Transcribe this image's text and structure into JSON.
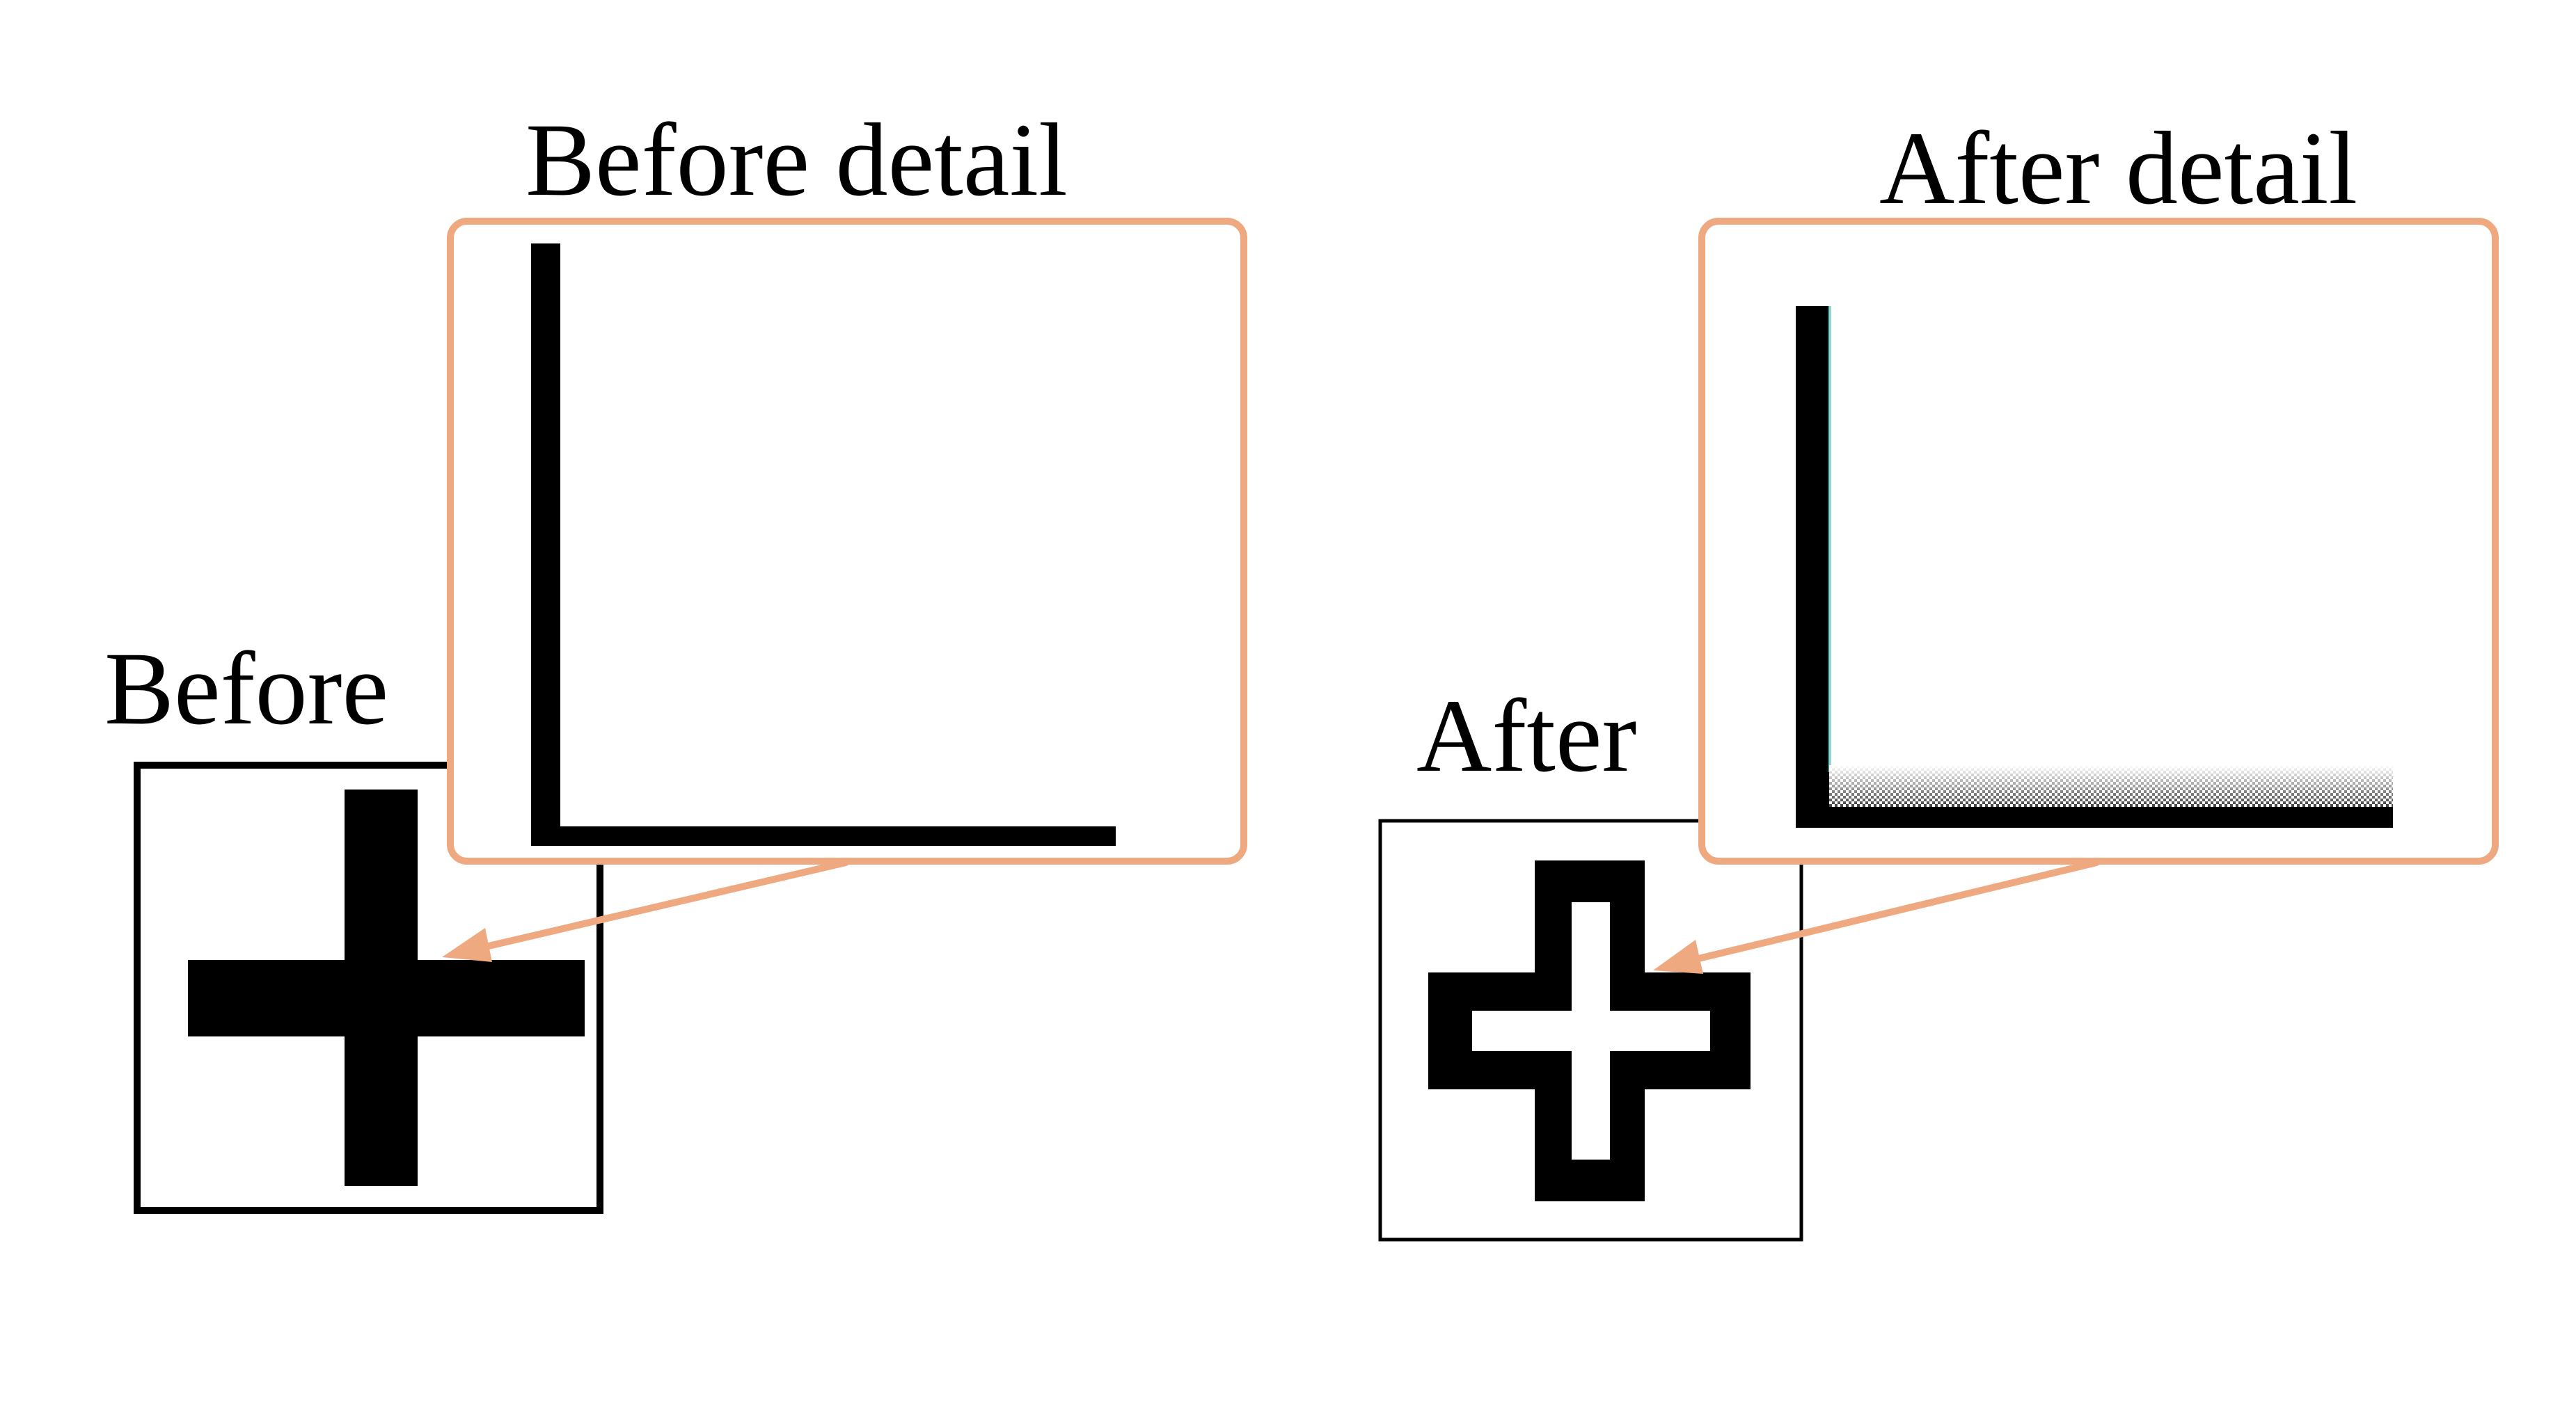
{
  "labels": {
    "before": "Before",
    "before_detail": "Before detail",
    "after": "After",
    "after_detail": "After detail"
  },
  "colors": {
    "callout": "#EFA981",
    "ink": "#000000",
    "background": "#FFFFFF"
  },
  "icons": {
    "before": "plus-icon",
    "after": "outlined-plus-icon"
  }
}
